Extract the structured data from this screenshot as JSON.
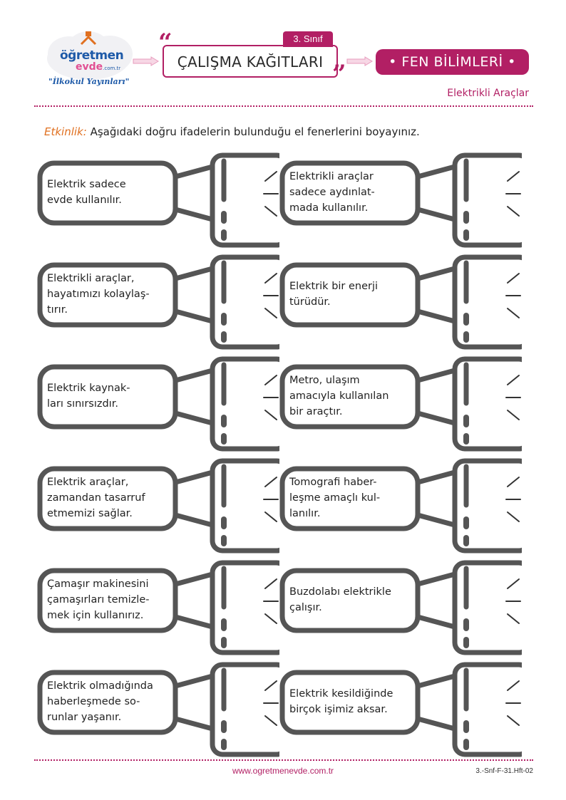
{
  "header": {
    "logo_text_main": "öğretmen",
    "logo_text_second": "evde",
    "logo_text_domain": ".com.tr",
    "logo_tagline": "\"İlkokul Yayınları\"",
    "grade_tag": "3. Sınıf",
    "title": "ÇALIŞMA KAĞITLARI",
    "subject": "• FEN BİLİMLERİ •",
    "topic": "Elektrikli Araçlar"
  },
  "instruction": {
    "label": "Etkinlik:",
    "text": " Aşağıdaki doğru ifadelerin bulunduğu el fenerlerini boyayınız."
  },
  "flashlights": [
    {
      "text": "Elektrik sadece\nevde kullanılır."
    },
    {
      "text": "Elektrikli araçlar\nsadece aydınlat-\nmada kullanılır."
    },
    {
      "text": "Elektrikli araçlar,\nhayatımızı kolaylaş-\ntırır."
    },
    {
      "text": "Elektrik bir enerji\ntürüdür."
    },
    {
      "text": "Elektrik kaynak-\nları sınırsızdır."
    },
    {
      "text": "Metro, ulaşım\namacıyla kullanılan\nbir araçtır."
    },
    {
      "text": "Elektrik araçlar,\nzamandan tasarruf\netmemizi sağlar."
    },
    {
      "text": "Tomografi haber-\nleşme amaçlı kul-\nlanılır."
    },
    {
      "text": "Çamaşır makinesini\nçamaşırları temizle-\nmek için kullanırız."
    },
    {
      "text": "Buzdolabı elektrikle\nçalışır."
    },
    {
      "text": "Elektrik olmadığında\nhaberleşmede so-\nrunlar yaşanır."
    },
    {
      "text": "Elektrik kesildiğinde\nbirçok işimiz aksar."
    }
  ],
  "footer": {
    "url": "www.ogretmenevde.com.tr",
    "code": "3.-Snf-F-31.Hft-02"
  },
  "colors": {
    "accent": "#b21f64",
    "label_orange": "#e07020",
    "outline": "#555555"
  },
  "icons": [
    "logo-cloud-icon",
    "house-roof-icon",
    "arrow-right-icon",
    "flashlight-icon",
    "light-rays-icon"
  ]
}
